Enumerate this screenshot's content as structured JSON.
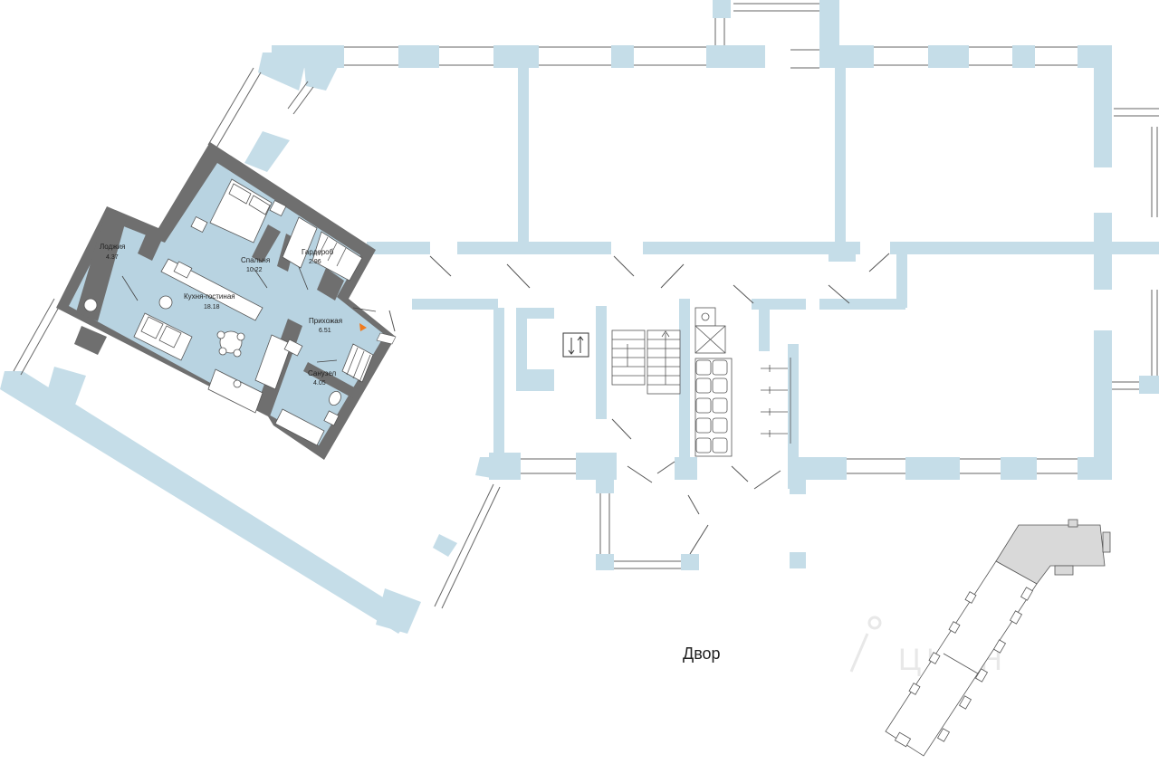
{
  "plan": {
    "rooms": [
      {
        "name": "Лоджия",
        "area": "4.37"
      },
      {
        "name": "Спальня",
        "area": "10.22"
      },
      {
        "name": "Гардероб",
        "area": "2.96"
      },
      {
        "name": "Кухня-гостиная",
        "area": "18.18"
      },
      {
        "name": "Прихожая",
        "area": "6.51"
      },
      {
        "name": "Санузел",
        "area": "4.05"
      }
    ],
    "yard_label": "Двор",
    "watermark": "ЦИАН",
    "colors": {
      "wall": "#c5dde8",
      "apartment_fill": "#b8d3e1",
      "apartment_wall": "#6f6f6f",
      "fixture": "#ffffff",
      "line": "#555555",
      "marker": "#f07a1e",
      "minimap_fill": "#d9d9d9"
    },
    "icons": [
      "lift-arrows-icon",
      "stairs-icon",
      "entrance-marker-icon",
      "site-minimap-icon"
    ]
  }
}
